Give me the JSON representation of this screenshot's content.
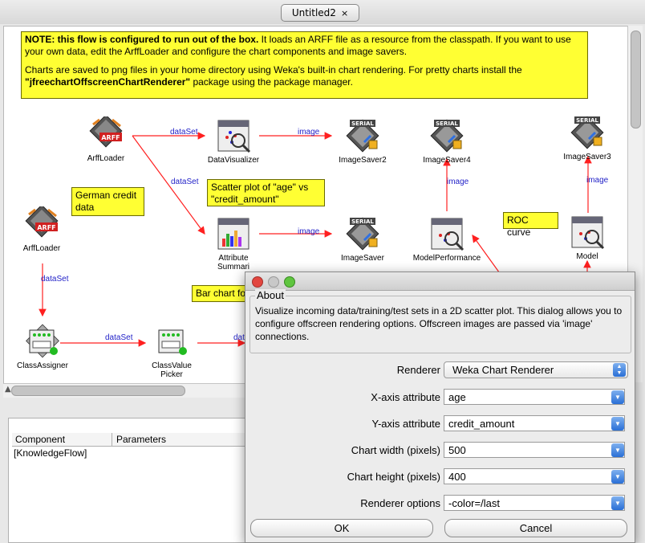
{
  "tab": {
    "title": "Untitled2",
    "close": "×"
  },
  "note": {
    "bold1": "NOTE: this flow is configured to run out of the box.",
    "text1": " It loads an ARFF file as a resource from the classpath. If you want to use your own data, edit the ArffLoader and configure the chart components and image savers.",
    "text2": "Charts are saved to png files in your home directory using Weka's built-in chart rendering. For pretty charts install the ",
    "bold2": "\"jfreechartOffscreenChartRenderer\"",
    "text3": " package using the package manager."
  },
  "stickies": {
    "german": "German credit data",
    "scatter": "Scatter plot of \"age\" vs \"credit_amount\"",
    "roc": "ROC curve",
    "bar": "Bar chart fo"
  },
  "nodes": {
    "arff1": "ArffLoader",
    "arff2": "ArffLoader",
    "datavis": "DataVisualizer",
    "imgsaver2": "ImageSaver2",
    "imgsaver4": "ImageSaver4",
    "imgsaver3": "ImageSaver3",
    "attrsum1": "Attribute",
    "attrsum2": "Summari",
    "imgsaver": "ImageSaver",
    "modelperf": "ModelPerformance",
    "modelperf2": "Model",
    "classassigner": "ClassAssigner",
    "cvp1": "ClassValue",
    "cvp2": "Picker"
  },
  "connections": {
    "dataset": "dataSet",
    "image": "image",
    "dat": "dat"
  },
  "table": {
    "col_component": "Component",
    "col_parameters": "Parameters",
    "row1": "[KnowledgeFlow]"
  },
  "dialog": {
    "about_legend": "About",
    "about_text": "Visualize incoming data/training/test sets in a 2D scatter plot. This dialog allows you to configure offscreen rendering options. Offscreen images are passed via 'image' connections.",
    "fields": [
      {
        "label": "Renderer",
        "value": "Weka Chart Renderer"
      },
      {
        "label": "X-axis attribute",
        "value": "age"
      },
      {
        "label": "Y-axis attribute",
        "value": "credit_amount"
      },
      {
        "label": "Chart width (pixels)",
        "value": "500"
      },
      {
        "label": "Chart height (pixels)",
        "value": "400"
      },
      {
        "label": "Renderer options",
        "value": "-color=/last"
      }
    ],
    "ok": "OK",
    "cancel": "Cancel"
  },
  "colors": {
    "sticky": "#ffff33",
    "wire": "#ff2020",
    "conn_label": "#2323c8",
    "close_light": "#e2463f",
    "min_light": "#c8c8c8",
    "zoom_light": "#5fc53f"
  }
}
